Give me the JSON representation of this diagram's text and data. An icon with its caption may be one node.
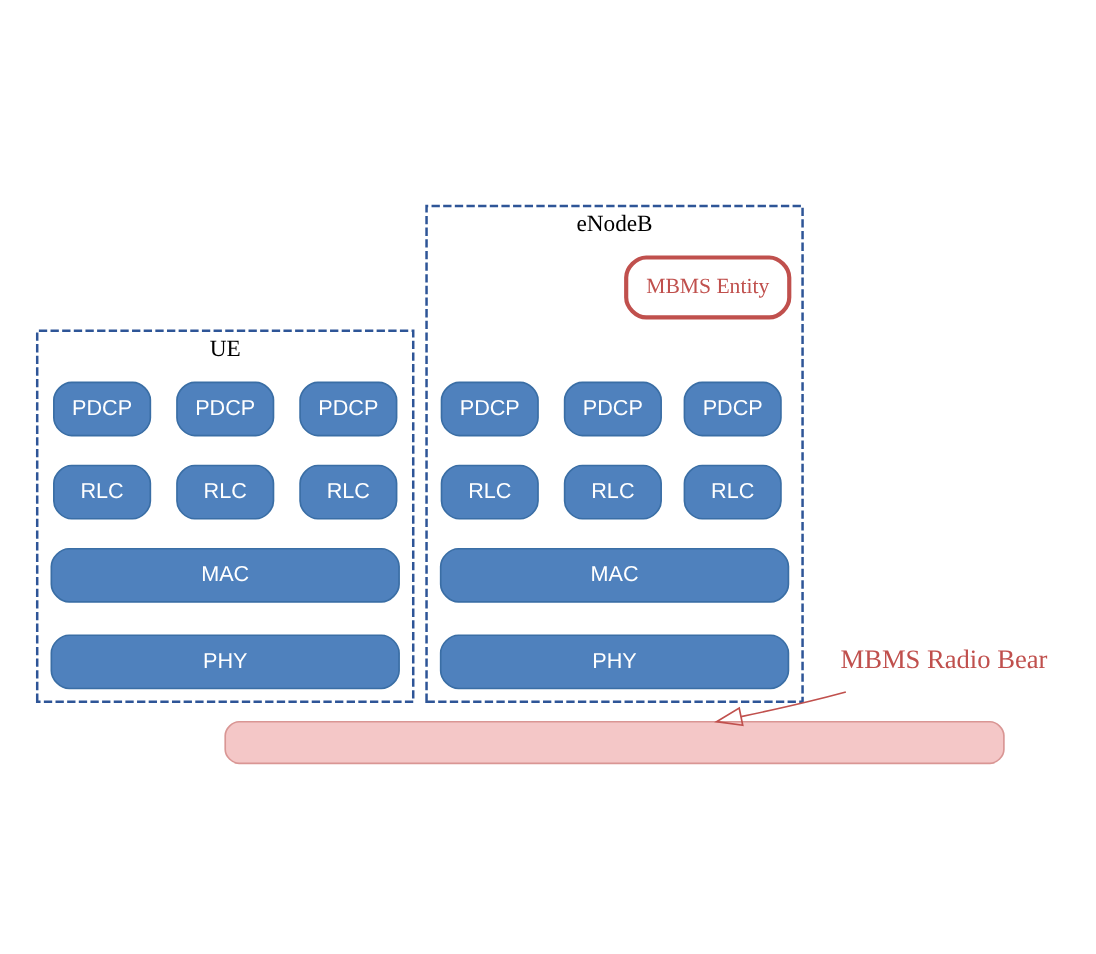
{
  "diagram": {
    "nodes": [
      {
        "text": [
          "UE"
        ]
      },
      {
        "text": [
          "PDCP"
        ],
        "in": 0
      },
      {
        "text": [
          "PDCP"
        ],
        "in": 0
      },
      {
        "text": [
          "PDCP"
        ],
        "in": 0
      },
      {
        "text": [
          "RLC"
        ],
        "in": 0
      },
      {
        "text": [
          "RLC"
        ],
        "in": 0
      },
      {
        "text": [
          "RLC"
        ],
        "in": 0
      },
      {
        "text": [
          "MAC"
        ],
        "in": 0
      },
      {
        "text": [
          "PHY"
        ],
        "in": 0
      },
      {
        "text": [
          "eNodeB"
        ]
      },
      {
        "text": [
          "MBMS Entity"
        ],
        "in": 9
      },
      {
        "text": [
          "PDCP"
        ],
        "in": 9
      },
      {
        "text": [
          "PDCP"
        ],
        "in": 9
      },
      {
        "text": [
          "PDCP"
        ],
        "in": 9
      },
      {
        "text": [
          "RLC"
        ],
        "in": 9
      },
      {
        "text": [
          "RLC"
        ],
        "in": 9
      },
      {
        "text": [
          "RLC"
        ],
        "in": 9
      },
      {
        "text": [
          "MAC"
        ],
        "in": 9
      },
      {
        "text": [
          "PHY"
        ],
        "in": 9
      },
      {
        "text": [],
        "shape": "band"
      },
      {
        "text": [
          "MBMS Radio Bear"
        ]
      }
    ],
    "edges": [
      {
        "from": 20,
        "to": 19,
        "arrow": "to"
      }
    ]
  }
}
